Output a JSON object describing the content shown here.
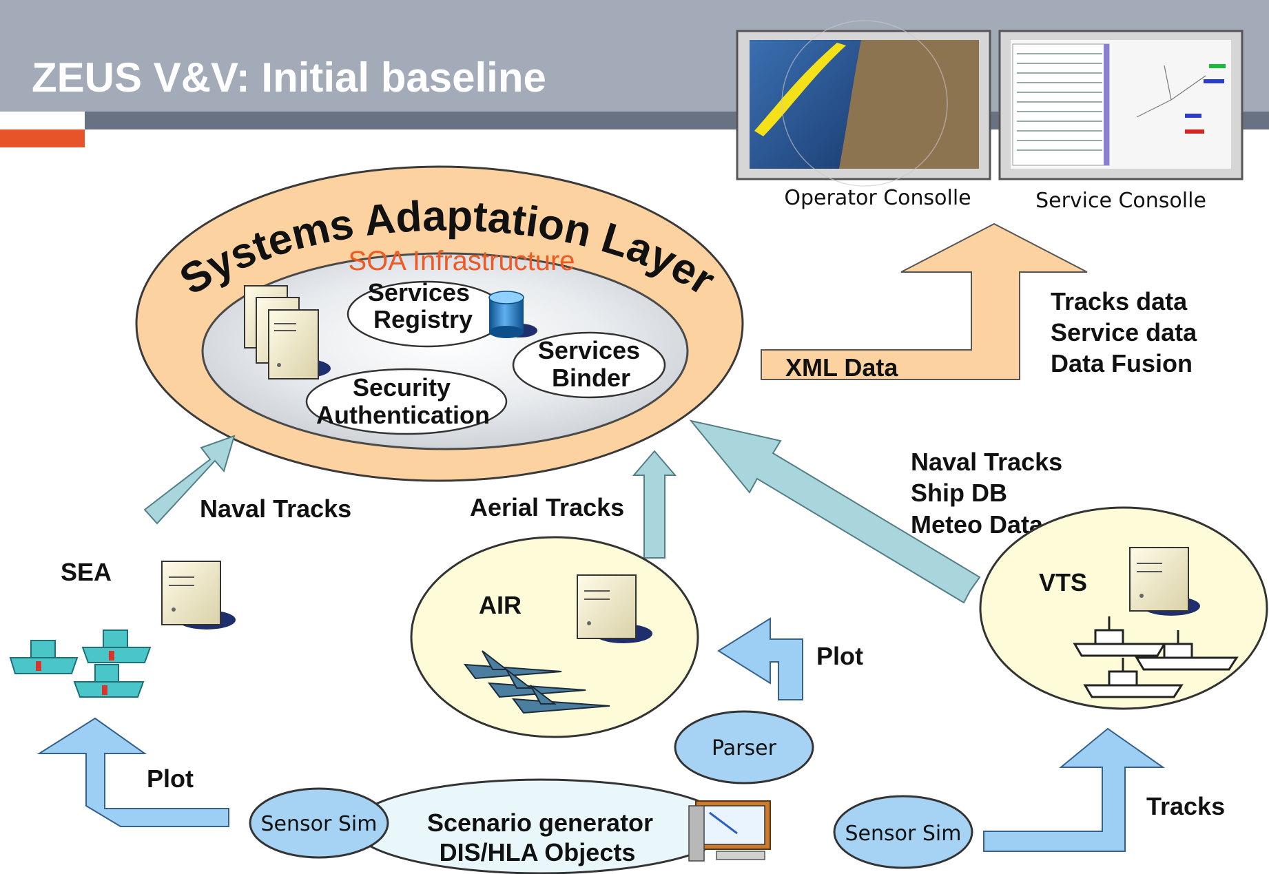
{
  "slide": {
    "title": "ZEUS V&V: Initial baseline"
  },
  "consoles": {
    "operator_label": "Operator Consolle",
    "service_label": "Service Consolle"
  },
  "sal": {
    "ring_label": "Systems Adaptation Layer",
    "soa_label": "SOA Infrastructure",
    "registry_line1": "Services",
    "registry_line2": "Registry",
    "binder_line1": "Services",
    "binder_line2": "Binder",
    "security_line1": "Security",
    "security_line2": "Authentication"
  },
  "xml_flow": {
    "label": "XML Data",
    "items": [
      "Tracks data",
      "Service data",
      "Data Fusion"
    ]
  },
  "flows": {
    "naval_tracks": "Naval Tracks",
    "aerial_tracks": "Aerial Tracks",
    "vts_items": [
      "Naval Tracks",
      "Ship DB",
      "Meteo Data"
    ],
    "plot_left": "Plot",
    "plot_air": "Plot",
    "tracks_right": "Tracks"
  },
  "nodes": {
    "sea": "SEA",
    "air": "AIR",
    "vts": "VTS",
    "parser": "Parser",
    "sensor_sim_left": "Sensor Sim",
    "sensor_sim_right": "Sensor Sim",
    "scenario_line1": "Scenario generator",
    "scenario_line2": "DIS/HLA Objects"
  },
  "colors": {
    "header_bg": "#a3abb8",
    "header_bar": "#697282",
    "accent_orange": "#e8542a",
    "ring_fill": "#fbd2a0",
    "soa_text": "#f05a22",
    "light_blue_arrow": "#a9d6dc",
    "blue_arrow": "#9ccff3",
    "yellow_ellipse": "#fdfbd8",
    "blue_ellipse": "#a6d2f4"
  }
}
